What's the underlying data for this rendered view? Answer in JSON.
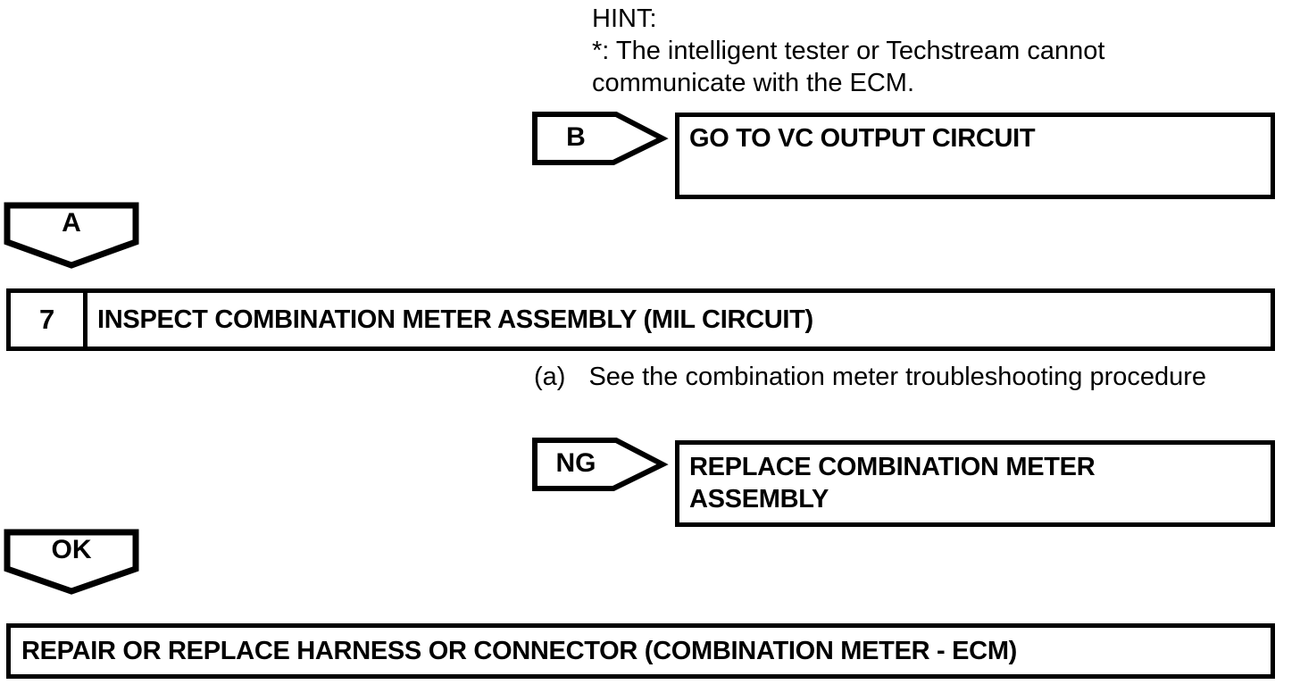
{
  "hint": {
    "title": "HINT:",
    "line1": "*: The intelligent tester or Techstream cannot",
    "line2": "communicate with the ECM."
  },
  "connectors": {
    "b_label": "B",
    "a_label": "A",
    "ng_label": "NG",
    "ok_label": "OK"
  },
  "boxes": {
    "go_to": {
      "text": "GO TO VC OUTPUT CIRCUIT"
    },
    "step7": {
      "number": "7",
      "title": "INSPECT COMBINATION METER ASSEMBLY (MIL CIRCUIT)"
    },
    "ng_result": {
      "line1": "REPLACE COMBINATION METER",
      "line2": "ASSEMBLY"
    },
    "ok_result": {
      "text": "REPAIR OR REPLACE HARNESS OR CONNECTOR (COMBINATION METER - ECM)"
    }
  },
  "instruction": {
    "marker": "(a)",
    "text": "See the combination meter troubleshooting procedure"
  },
  "colors": {
    "ink": "#000000",
    "paper": "#ffffff"
  }
}
